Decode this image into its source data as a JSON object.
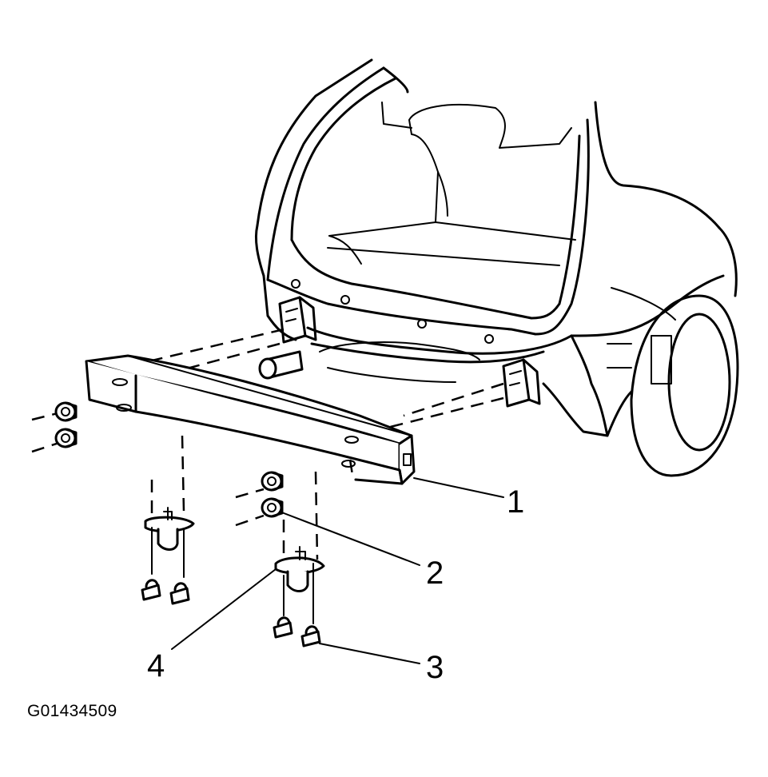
{
  "callouts": [
    {
      "id": "1",
      "label": "1"
    },
    {
      "id": "2",
      "label": "2"
    },
    {
      "id": "3",
      "label": "3"
    },
    {
      "id": "4",
      "label": "4"
    }
  ],
  "figure_id": "G01434509",
  "colors": {
    "ink": "#000000",
    "background": "#ffffff"
  }
}
